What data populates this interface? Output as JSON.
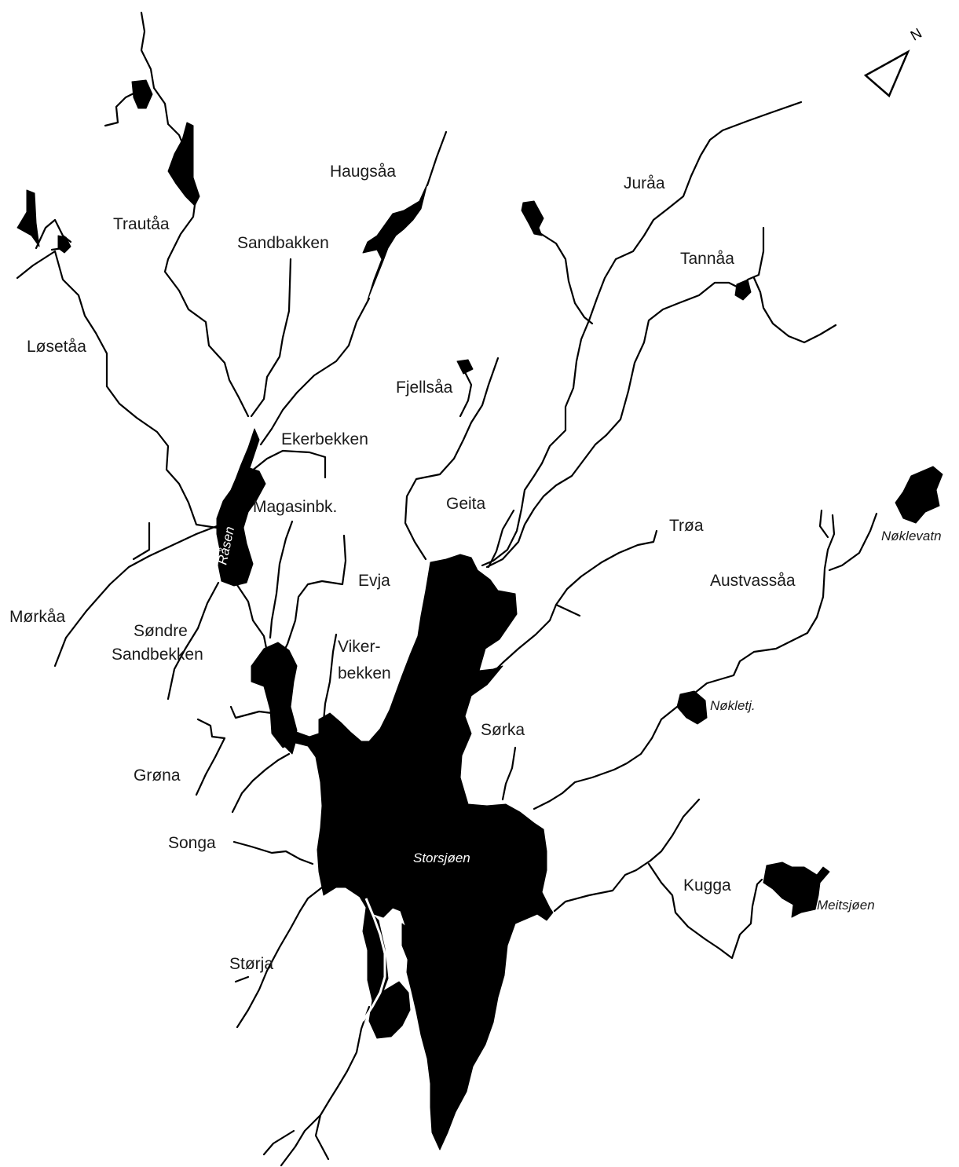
{
  "map": {
    "north_label": "N",
    "rivers": {
      "trautaa": "Trautåa",
      "haugsaa": "Haugsåa",
      "juraa": "Juråa",
      "sandbakken": "Sandbakken",
      "tannaa": "Tannåa",
      "losetaa": "Løsetåa",
      "fjellsaa": "Fjellsåa",
      "ekerbekken": "Ekerbekken",
      "geita": "Geita",
      "magasinbk": "Magasinbk.",
      "troa": "Trøa",
      "evja": "Evja",
      "austvassaa": "Austvassåa",
      "morkaa": "Mørkåa",
      "sondre_line1": "Søndre",
      "sondre_line2": "Sandbekken",
      "viker_line1": "Viker-",
      "viker_line2": "bekken",
      "sorka": "Sørka",
      "grona": "Grøna",
      "songa": "Songa",
      "kugga": "Kugga",
      "storja": "Størja"
    },
    "lakes": {
      "rasen": "Råsen",
      "noklevatn": "Nøklevatn",
      "nokletj": "Nøkletj.",
      "storsjoen": "Storsjøen",
      "meitsjoen": "Meitsjøen"
    }
  }
}
